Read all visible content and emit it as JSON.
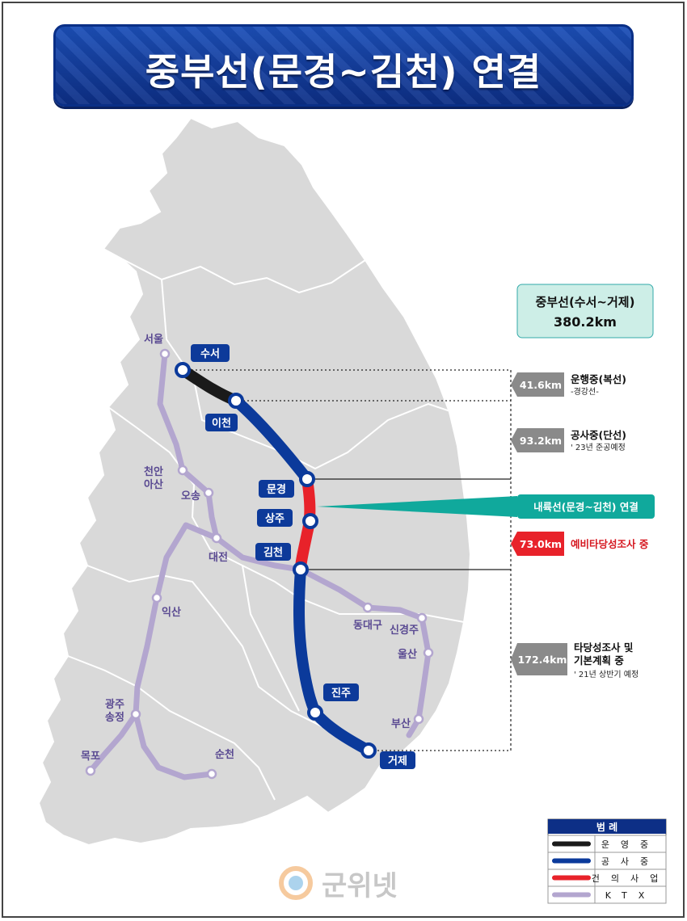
{
  "title": "중부선(문경~김천) 연결",
  "colors": {
    "operating": "#1a1a1a",
    "construction": "#0b3a9b",
    "proposed": "#e8222a",
    "ktx": "#b3a6cf",
    "land": "#d9d9d9",
    "title_bg": "#0d2f86",
    "teal": "#10a99c"
  },
  "total_box": {
    "line1": "중부선(수서~거제)",
    "line2": "380.2km"
  },
  "stations": [
    {
      "key": "suseo",
      "label": "수서"
    },
    {
      "key": "icheon",
      "label": "이천"
    },
    {
      "key": "mungyeong",
      "label": "문경"
    },
    {
      "key": "sangju",
      "label": "상주"
    },
    {
      "key": "gimcheon",
      "label": "김천"
    },
    {
      "key": "jinju",
      "label": "진주"
    },
    {
      "key": "geoje",
      "label": "거제"
    }
  ],
  "ktx_stops": [
    {
      "key": "seoul",
      "label": "서울"
    },
    {
      "key": "cheonan",
      "label": "천안\n아산"
    },
    {
      "key": "osong",
      "label": "오송"
    },
    {
      "key": "daejeon",
      "label": "대전"
    },
    {
      "key": "iksan",
      "label": "익산"
    },
    {
      "key": "gwangju",
      "label": "광주\n송정"
    },
    {
      "key": "mokpo",
      "label": "목포"
    },
    {
      "key": "suncheon",
      "label": "순천"
    },
    {
      "key": "dongdaegu",
      "label": "동대구"
    },
    {
      "key": "singyeongju",
      "label": "신경주"
    },
    {
      "key": "ulsan",
      "label": "울산"
    },
    {
      "key": "busan",
      "label": "부산"
    }
  ],
  "segments": [
    {
      "key": "seg1",
      "distance": "41.6km",
      "status": "운행중(복선)",
      "note": "-경강선-",
      "kind": "operating"
    },
    {
      "key": "seg2",
      "distance": "93.2km",
      "status": "공사중(단선)",
      "note": "' 23년 준공예정",
      "kind": "construction"
    },
    {
      "key": "seg3",
      "distance": "73.0km",
      "status": "예비타당성조사 중",
      "note": "",
      "kind": "proposed"
    },
    {
      "key": "seg4",
      "distance": "172.4km",
      "status": "타당성조사 및\n기본계획 중",
      "note": "' 21년 상반기 예정",
      "kind": "construction"
    }
  ],
  "callout": "내륙선(문경~김천) 연결",
  "legend": {
    "title": "범 례",
    "items": [
      {
        "label": "운영중",
        "kind": "operating"
      },
      {
        "label": "공사중",
        "kind": "construction"
      },
      {
        "label": "건의사업",
        "kind": "proposed"
      },
      {
        "label": "KTX",
        "kind": "ktx"
      }
    ]
  },
  "watermark": "군위넷"
}
